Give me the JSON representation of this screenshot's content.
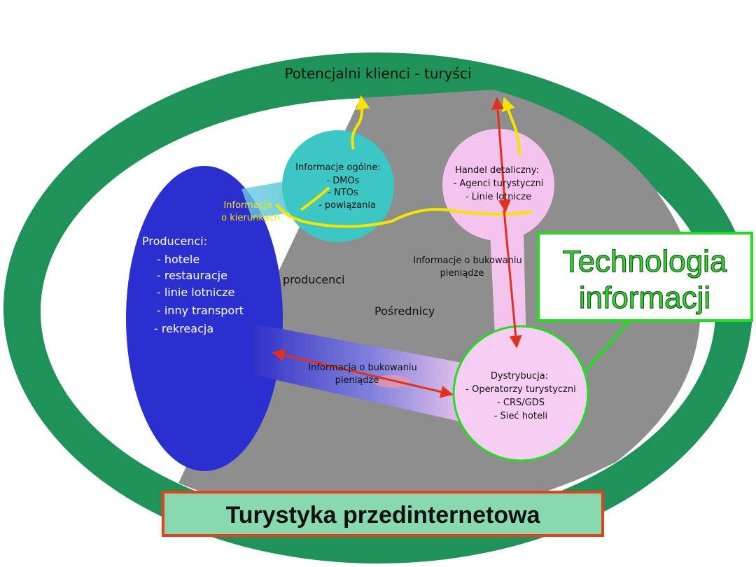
{
  "top_label": "Potencjalni klienci - turyści",
  "producers": {
    "title": "Producenci:",
    "items": [
      "- hotele",
      "- restauracje",
      "- linie lotnicze",
      "- inny transport",
      "- rekreacja"
    ]
  },
  "general_info": {
    "title": "Informacje ogólne:",
    "items": [
      "- DMOs",
      "- NTOs",
      "- powiązania"
    ]
  },
  "direction_info": [
    "Informacje",
    "o kierunkach"
  ],
  "retail": {
    "title": "Handel detaliczny:",
    "items": [
      "- Agenci turystyczni",
      "- Linie lotnicze"
    ]
  },
  "booking_info_right": [
    "Informacje o bukowaniu",
    "pieniądze"
  ],
  "booking_info_bottom": [
    "Informacja o bukowaniu",
    "pieniądze"
  ],
  "producers_zone_label": "producenci",
  "intermediaries_label": "Pośrednicy",
  "distribution": {
    "title": "Dystrybucja:",
    "items": [
      "- Operatorzy turystyczni",
      "- CRS/GDS",
      "- Sieć hoteli"
    ]
  },
  "tech_label": [
    "Technologia",
    "informacji"
  ],
  "title": "Turystyka przedinternetowa",
  "colors": {
    "outer_ring": "#1e9258",
    "producers_blob": "#2b2fd0",
    "info_circle": "#3cc7c4",
    "retail_circle": "#f4c4ef",
    "distribution_circle": "#f6cdf3",
    "intermediaries_zone": "#8e8e8e",
    "tech_box_border": "#22dd22",
    "title_box_fill": "#88d9b0",
    "title_box_border": "#e8401a",
    "red_arrow": "#e2301c",
    "yellow_flow": "#f5e400"
  }
}
